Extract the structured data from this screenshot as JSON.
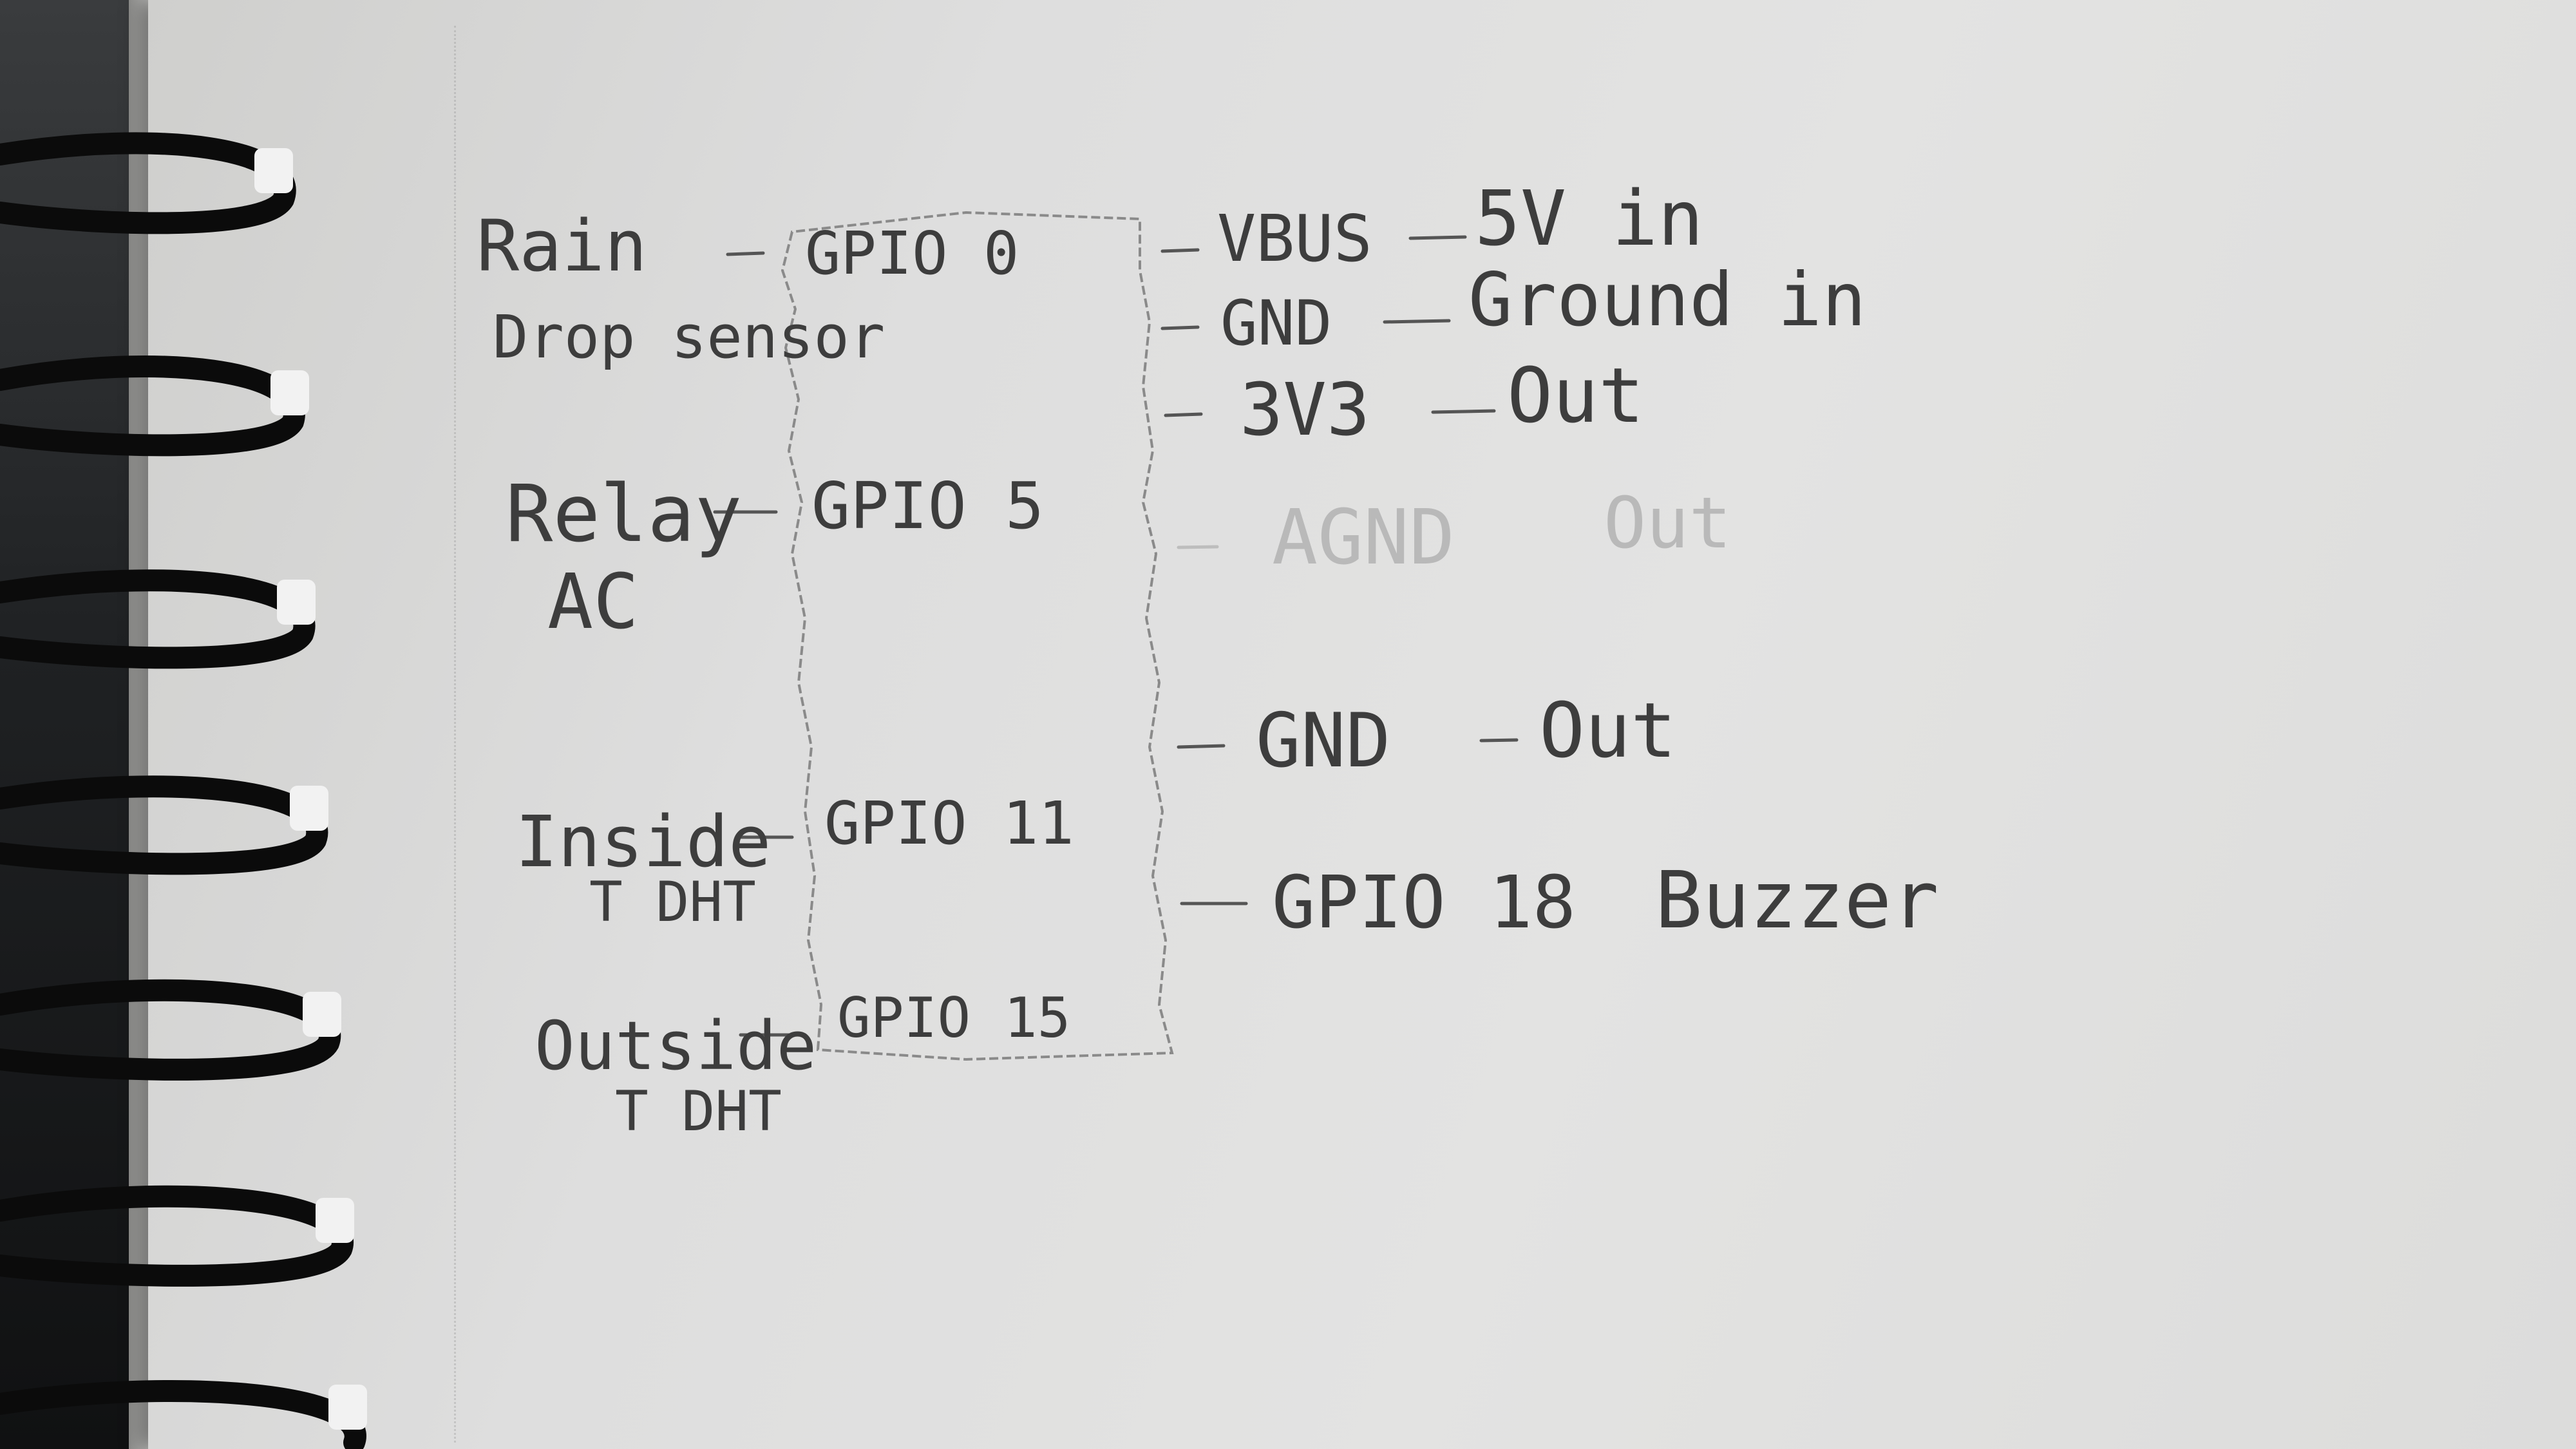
{
  "diagram": {
    "chip_pins_left": [
      {
        "pin": "GPIO 0",
        "device_line1": "Rain",
        "device_line2": "Drop sensor"
      },
      {
        "pin": "GPIO 5",
        "device_line1": "Relay",
        "device_line2": "AC"
      },
      {
        "pin": "GPIO 11",
        "device_line1": "Inside",
        "device_line2": "T DHT"
      },
      {
        "pin": "GPIO 15",
        "device_line1": "Outside",
        "device_line2": "T DHT"
      }
    ],
    "chip_pins_right": [
      {
        "label": "VBUS",
        "note": "5V in"
      },
      {
        "label": "GND",
        "note": "Ground in"
      },
      {
        "label": "3V3",
        "note": "Out"
      },
      {
        "label": "AGND",
        "note": "Out",
        "crossed_out": true
      },
      {
        "label": "GND",
        "note": "Out"
      },
      {
        "label": "GPIO 18",
        "note": "Buzzer"
      }
    ]
  },
  "colors": {
    "pencil": "#3d3d3d",
    "paper": "#e0e0df",
    "erased": "#b9b9b9"
  }
}
